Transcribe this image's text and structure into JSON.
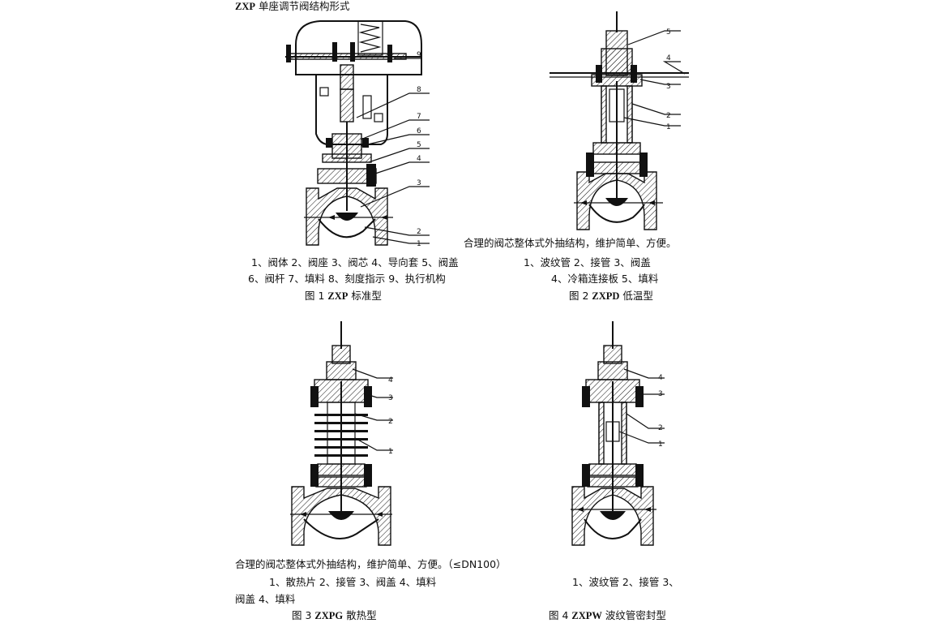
{
  "header": {
    "prefix": "ZXP",
    "title": "单座调节阀结构形式"
  },
  "fig1": {
    "legend_line1": "1、阀体 2、阀座 3、阀芯 4、导向套 5、阀盖",
    "legend_line2": "6、阀杆 7、填料 8、刻度指示 9、执行机构",
    "caption_num": "图 1 ",
    "caption_model": "ZXP",
    "caption_name": " 标准型",
    "callouts": [
      "1",
      "2",
      "3",
      "4",
      "5",
      "6",
      "7",
      "8",
      "9"
    ]
  },
  "fig2": {
    "note": "合理的阀芯整体式外抽结构，维护简单、方便。",
    "legend_line1": "1、波纹管 2、接管 3、阀盖",
    "legend_line2": "4、冷箱连接板 5、填料",
    "caption_num": "图 2 ",
    "caption_model": "ZXPD",
    "caption_name": " 低温型",
    "callouts": [
      "1",
      "2",
      "3",
      "4",
      "5"
    ]
  },
  "fig3": {
    "note": "合理的阀芯整体式外抽结构，维护简单、方便。（≤DN100）",
    "legend_line1": "1、散热片 2、接管 3、阀盖 4、填料",
    "caption_num": "图 3 ",
    "caption_model": "ZXPG",
    "caption_name": " 散热型",
    "callouts": [
      "1",
      "2",
      "3",
      "4"
    ]
  },
  "fig4": {
    "legend_line1": "1、波纹管 2、接管 3、",
    "legend_line2": "阀盖 4、填料",
    "caption_num": "图 4 ",
    "caption_model": "ZXPW",
    "caption_name": " 波纹管密封型",
    "callouts": [
      "1",
      "2",
      "3",
      "4"
    ]
  }
}
